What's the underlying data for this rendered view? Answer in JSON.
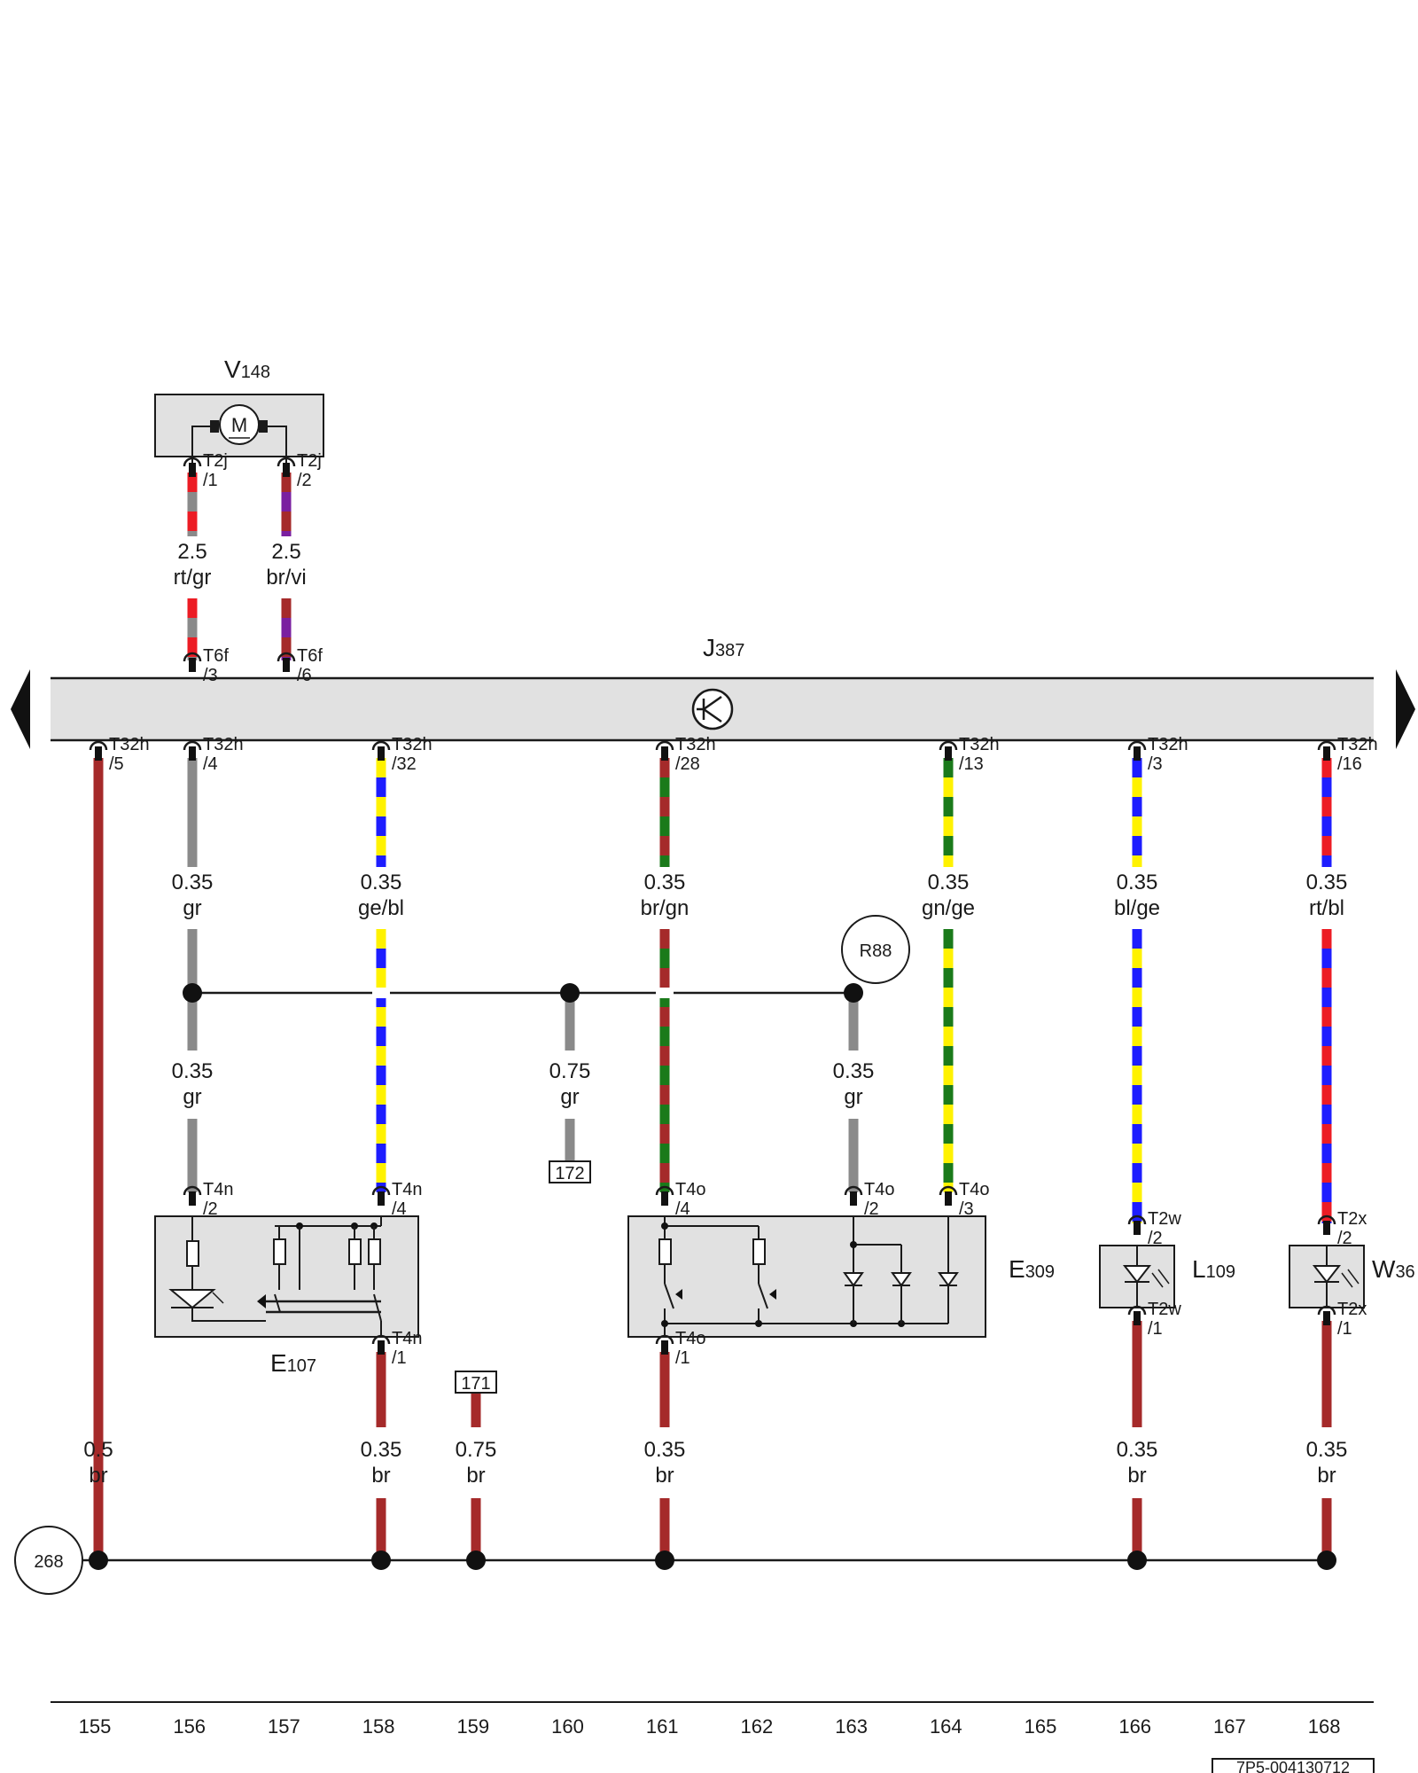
{
  "diagram_id": "7P5-004130712",
  "colors": {
    "rt": "#ec1c24",
    "gr": "#8a8a8a",
    "br": "#a52a2a",
    "vi": "#7a1fa0",
    "ge": "#fff200",
    "bl": "#1d1dff",
    "gn": "#1a7a1a",
    "box_fill": "#e1e1e1"
  },
  "components": {
    "v148": {
      "name": "V",
      "sub": "148"
    },
    "j387": {
      "name": "J",
      "sub": "387"
    },
    "e107": {
      "name": "E",
      "sub": "107"
    },
    "e309": {
      "name": "E",
      "sub": "309"
    },
    "l109": {
      "name": "L",
      "sub": "109"
    },
    "w36": {
      "name": "W",
      "sub": "36"
    },
    "motor_symbol": "M"
  },
  "connectors": {
    "t2j_1": {
      "name": "T2j",
      "pin": "/1"
    },
    "t2j_2": {
      "name": "T2j",
      "pin": "/2"
    },
    "t6f_3": {
      "name": "T6f",
      "pin": "/3"
    },
    "t6f_6": {
      "name": "T6f",
      "pin": "/6"
    },
    "t32h_5": {
      "name": "T32h",
      "pin": "/5"
    },
    "t32h_4": {
      "name": "T32h",
      "pin": "/4"
    },
    "t32h_32": {
      "name": "T32h",
      "pin": "/32"
    },
    "t32h_28": {
      "name": "T32h",
      "pin": "/28"
    },
    "t32h_13": {
      "name": "T32h",
      "pin": "/13"
    },
    "t32h_3": {
      "name": "T32h",
      "pin": "/3"
    },
    "t32h_16": {
      "name": "T32h",
      "pin": "/16"
    },
    "t4n_2": {
      "name": "T4n",
      "pin": "/2"
    },
    "t4n_4": {
      "name": "T4n",
      "pin": "/4"
    },
    "t4n_1": {
      "name": "T4n",
      "pin": "/1"
    },
    "t4o_4": {
      "name": "T4o",
      "pin": "/4"
    },
    "t4o_2": {
      "name": "T4o",
      "pin": "/2"
    },
    "t4o_3": {
      "name": "T4o",
      "pin": "/3"
    },
    "t4o_1": {
      "name": "T4o",
      "pin": "/1"
    },
    "t2w_2": {
      "name": "T2w",
      "pin": "/2"
    },
    "t2w_1": {
      "name": "T2w",
      "pin": "/1"
    },
    "t2x_2": {
      "name": "T2x",
      "pin": "/2"
    },
    "t2x_1": {
      "name": "T2x",
      "pin": "/1"
    }
  },
  "wires": {
    "w157a": {
      "size": "2.5",
      "color": "rt/gr"
    },
    "w158a": {
      "size": "2.5",
      "color": "br/vi"
    },
    "w156a": {
      "size": "0.35",
      "color": "gr"
    },
    "w158b": {
      "size": "0.35",
      "color": "ge/bl"
    },
    "w161a": {
      "size": "0.35",
      "color": "br/gn"
    },
    "w164a": {
      "size": "0.35",
      "color": "gn/ge"
    },
    "w166a": {
      "size": "0.35",
      "color": "bl/ge"
    },
    "w168a": {
      "size": "0.35",
      "color": "rt/bl"
    },
    "w156b": {
      "size": "0.35",
      "color": "gr"
    },
    "w160b": {
      "size": "0.75",
      "color": "gr"
    },
    "w163b": {
      "size": "0.35",
      "color": "gr"
    },
    "w155c": {
      "size": "0.5",
      "color": "br"
    },
    "w158c": {
      "size": "0.35",
      "color": "br"
    },
    "w159c": {
      "size": "0.75",
      "color": "br"
    },
    "w161c": {
      "size": "0.35",
      "color": "br"
    },
    "w166c": {
      "size": "0.35",
      "color": "br"
    },
    "w168c": {
      "size": "0.35",
      "color": "br"
    }
  },
  "references": {
    "ref_172": "172",
    "ref_171": "171",
    "ref_r88": "R88",
    "ref_268": "268"
  },
  "current_tracks": [
    "155",
    "156",
    "157",
    "158",
    "159",
    "160",
    "161",
    "162",
    "163",
    "164",
    "165",
    "166",
    "167",
    "168"
  ]
}
